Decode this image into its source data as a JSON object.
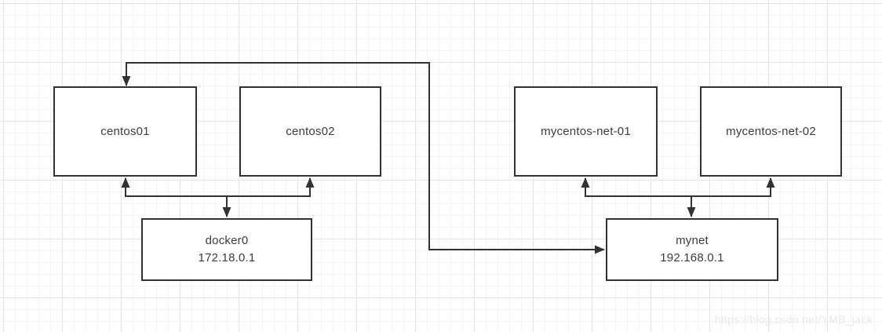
{
  "diagram": {
    "title_hint": "docker custom bridge network diagram",
    "nodes": {
      "centos01": {
        "label": "centos01"
      },
      "centos02": {
        "label": "centos02"
      },
      "mycentos_net_01": {
        "label": "mycentos-net-01"
      },
      "mycentos_net_02": {
        "label": "mycentos-net-02"
      },
      "docker0": {
        "label": "docker0",
        "ip": "172.18.0.1"
      },
      "mynet": {
        "label": "mynet",
        "ip": "192.168.0.1"
      }
    },
    "edges": [
      {
        "from": "docker0",
        "to": "centos01",
        "type": "orthogonal-bus",
        "arrowheads": "both"
      },
      {
        "from": "docker0",
        "to": "centos02",
        "type": "orthogonal-bus",
        "arrowheads": "both"
      },
      {
        "from": "mynet",
        "to": "mycentos_net_01",
        "type": "orthogonal-bus",
        "arrowheads": "both"
      },
      {
        "from": "mynet",
        "to": "mycentos_net_02",
        "type": "orthogonal-bus",
        "arrowheads": "both"
      },
      {
        "from": "centos01",
        "to": "mynet",
        "type": "orthogonal-long",
        "arrowheads": "both"
      }
    ],
    "colors": {
      "stroke": "#323232",
      "node_fill": "#ffffff",
      "text": "#3c3c3c",
      "grid_minor": "#f3f3f3",
      "grid_major": "#e5e5e5",
      "background": "#ffffff",
      "watermark": "#e9e9e9"
    }
  },
  "watermark": {
    "text": "https://blog.csdn.net/YMB_jack"
  }
}
